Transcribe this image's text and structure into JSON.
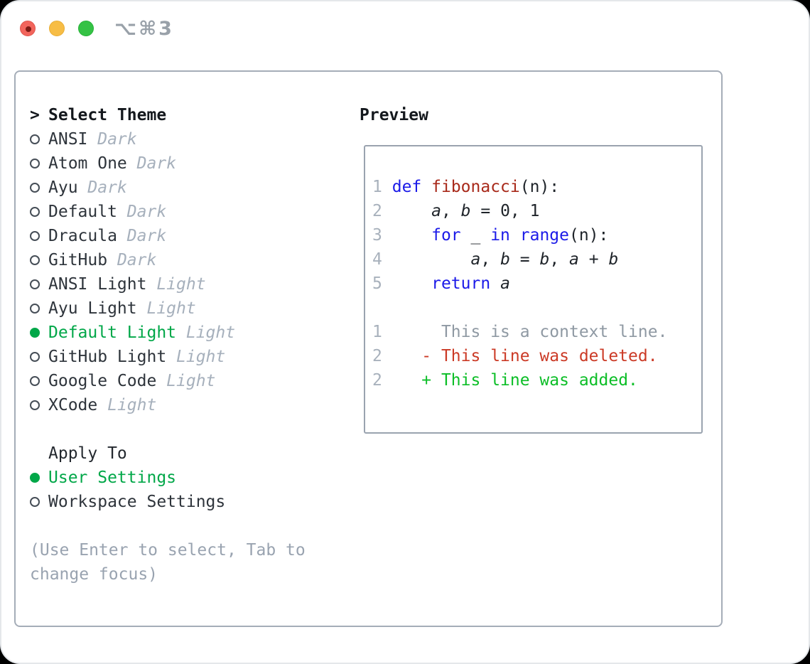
{
  "window": {
    "shortcut": "⌥⌘3"
  },
  "colors": {
    "green": "#00a748",
    "kw": "#1b1ae8",
    "fn": "#a8291a",
    "del": "#cb3a26",
    "add": "#0cbe27"
  },
  "left": {
    "prompt": ">",
    "title": "Select Theme",
    "themes": [
      {
        "name": "ANSI",
        "tag": "Dark",
        "selected": false
      },
      {
        "name": "Atom One",
        "tag": "Dark",
        "selected": false
      },
      {
        "name": "Ayu",
        "tag": "Dark",
        "selected": false
      },
      {
        "name": "Default",
        "tag": "Dark",
        "selected": false
      },
      {
        "name": "Dracula",
        "tag": "Dark",
        "selected": false
      },
      {
        "name": "GitHub",
        "tag": "Dark",
        "selected": false
      },
      {
        "name": "ANSI Light",
        "tag": "Light",
        "selected": false
      },
      {
        "name": "Ayu Light",
        "tag": "Light",
        "selected": false
      },
      {
        "name": "Default Light",
        "tag": "Light",
        "selected": true
      },
      {
        "name": "GitHub Light",
        "tag": "Light",
        "selected": false
      },
      {
        "name": "Google Code",
        "tag": "Light",
        "selected": false
      },
      {
        "name": "XCode",
        "tag": "Light",
        "selected": false
      }
    ],
    "apply_to": {
      "title": "Apply To",
      "options": [
        {
          "name": "User Settings",
          "selected": true
        },
        {
          "name": "Workspace Settings",
          "selected": false
        }
      ]
    },
    "hint": "(Use Enter to select, Tab to change focus)"
  },
  "preview": {
    "title": "Preview",
    "code_lines": [
      {
        "num": "1",
        "tokens": [
          {
            "t": "def",
            "c": "kw"
          },
          {
            "t": " "
          },
          {
            "t": "fibonacci",
            "c": "fn"
          },
          {
            "t": "(n):"
          }
        ]
      },
      {
        "num": "2",
        "tokens": [
          {
            "t": "    "
          },
          {
            "t": "a",
            "c": "var"
          },
          {
            "t": ", "
          },
          {
            "t": "b",
            "c": "var"
          },
          {
            "t": " = 0, 1"
          }
        ]
      },
      {
        "num": "3",
        "tokens": [
          {
            "t": "    "
          },
          {
            "t": "for",
            "c": "kw"
          },
          {
            "t": " _ "
          },
          {
            "t": "in",
            "c": "kw"
          },
          {
            "t": " "
          },
          {
            "t": "range",
            "c": "kw"
          },
          {
            "t": "(n):"
          }
        ]
      },
      {
        "num": "4",
        "tokens": [
          {
            "t": "        "
          },
          {
            "t": "a",
            "c": "var"
          },
          {
            "t": ", "
          },
          {
            "t": "b",
            "c": "var"
          },
          {
            "t": " = "
          },
          {
            "t": "b",
            "c": "var"
          },
          {
            "t": ", "
          },
          {
            "t": "a",
            "c": "var"
          },
          {
            "t": " + "
          },
          {
            "t": "b",
            "c": "var"
          }
        ]
      },
      {
        "num": "5",
        "tokens": [
          {
            "t": "    "
          },
          {
            "t": "return",
            "c": "kw"
          },
          {
            "t": " "
          },
          {
            "t": "a",
            "c": "var"
          }
        ]
      },
      {
        "num": "",
        "tokens": []
      },
      {
        "num": "1",
        "tokens": [
          {
            "t": "     This is a context line.",
            "c": "ctx"
          }
        ]
      },
      {
        "num": "2",
        "tokens": [
          {
            "t": "   "
          },
          {
            "t": "- This line was deleted.",
            "c": "del"
          }
        ]
      },
      {
        "num": "2",
        "tokens": [
          {
            "t": "   "
          },
          {
            "t": "+ This line was added.",
            "c": "add"
          }
        ]
      }
    ]
  }
}
